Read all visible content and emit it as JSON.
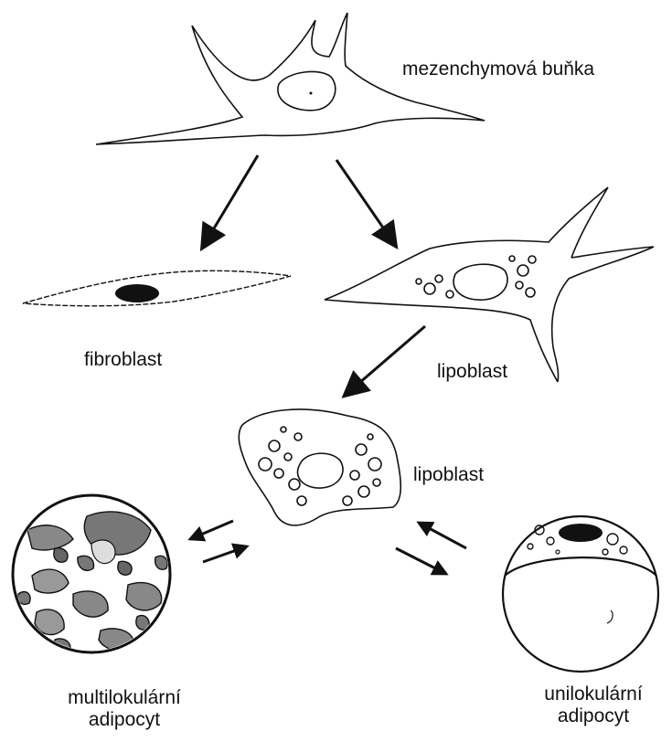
{
  "labels": {
    "mesenchymal": "mezenchymová buňka",
    "fibroblast": "fibroblast",
    "lipoblast_1": "lipoblast",
    "lipoblast_2": "lipoblast",
    "multilocular_line1": "multilokulární",
    "multilocular_line2": "adipocyt",
    "unilocular_line1": "unilokulární",
    "unilocular_line2": "adipocyt"
  },
  "colors": {
    "ink": "#111111",
    "background": "#ffffff"
  }
}
